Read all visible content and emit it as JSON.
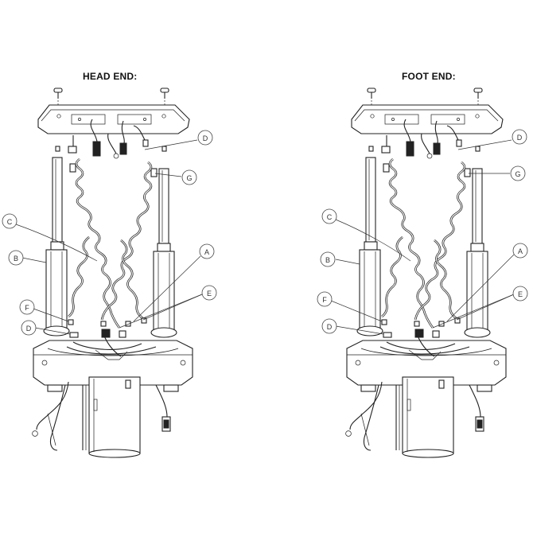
{
  "titles": {
    "left": "HEAD END:",
    "right": "FOOT END:"
  },
  "callouts": {
    "left": [
      "D",
      "G",
      "C",
      "B",
      "A",
      "E",
      "F",
      "D"
    ],
    "right": [
      "D",
      "G",
      "C",
      "B",
      "A",
      "E",
      "F",
      "D"
    ]
  }
}
